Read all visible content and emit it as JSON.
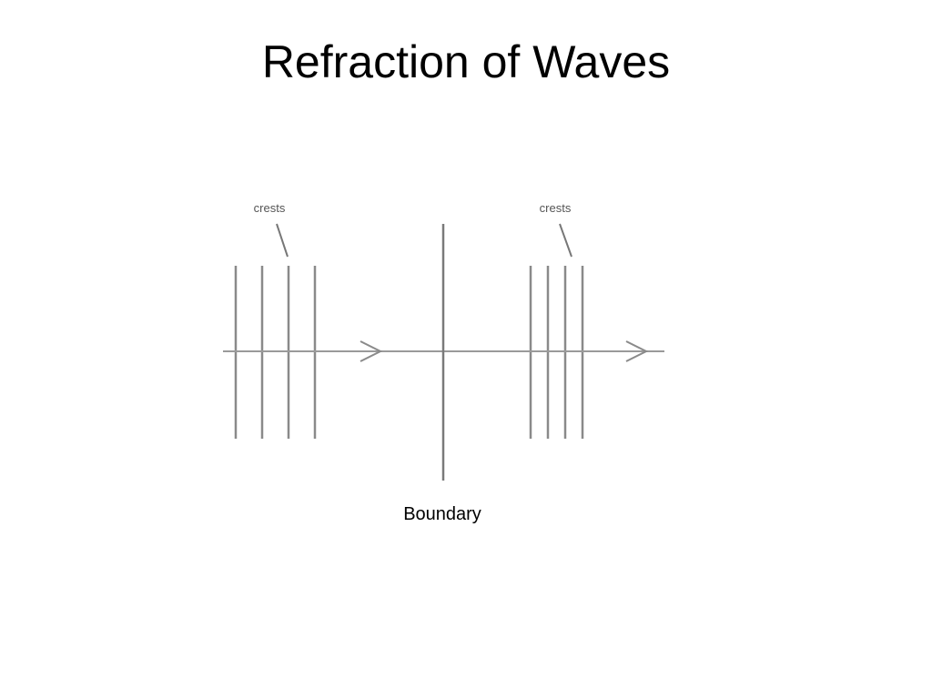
{
  "slide": {
    "title": "Refraction of Waves"
  },
  "diagram": {
    "left_label": "crests",
    "right_label": "crests",
    "boundary_label": "Boundary"
  }
}
